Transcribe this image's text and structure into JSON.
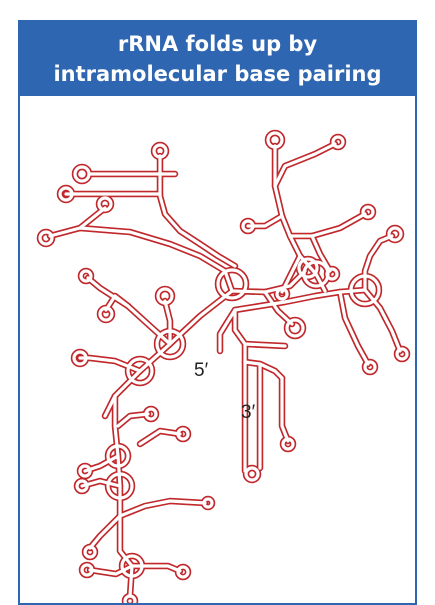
{
  "header": {
    "title_line1": "rRNA folds up by",
    "title_line2": "intramolecular base pairing"
  },
  "diagram": {
    "label_5prime": "5′",
    "label_3prime": "3′",
    "strand_color": "#c0282c",
    "frame_color": "#2e66b1"
  }
}
